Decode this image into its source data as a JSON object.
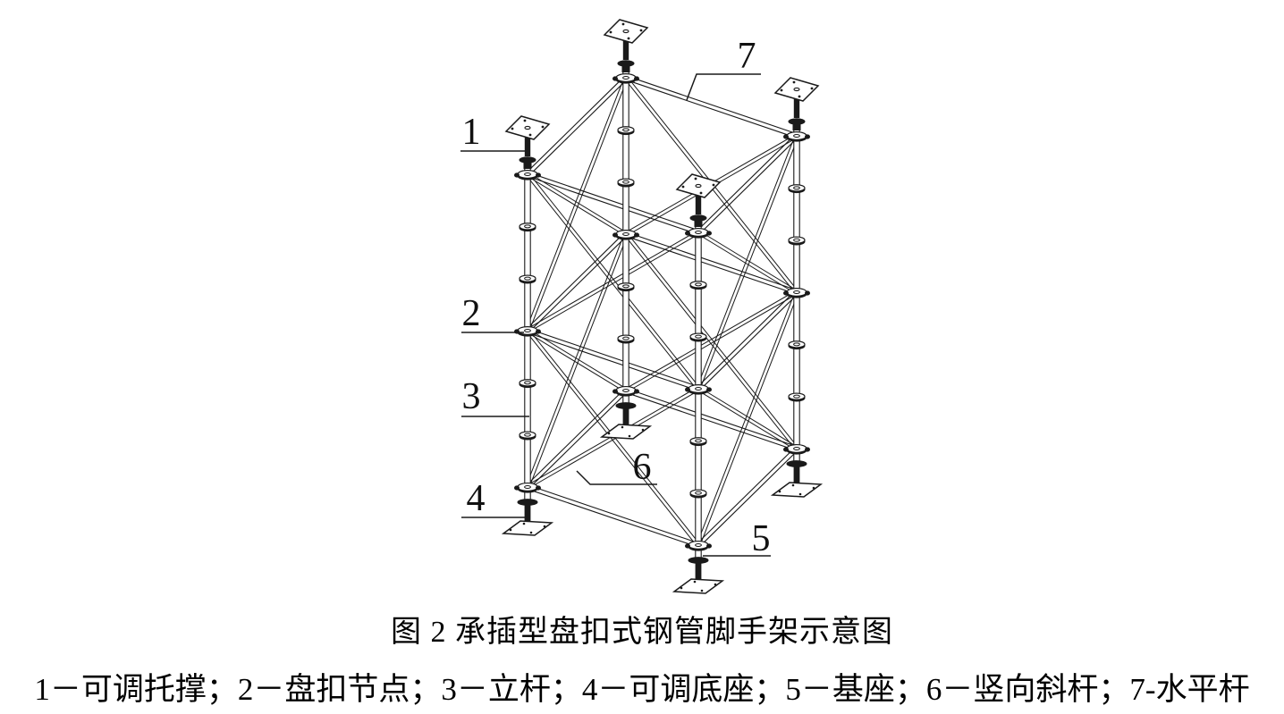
{
  "figure": {
    "caption": "图 2 承插型盘扣式钢管脚手架示意图",
    "legend": "1－可调托撑；2－盘扣节点；3－立杆；4－可调底座；5－基座；6－竖向斜杆；7-水平杆"
  },
  "callouts": [
    {
      "number": "1",
      "part": "可调托撑"
    },
    {
      "number": "2",
      "part": "盘扣节点"
    },
    {
      "number": "3",
      "part": "立杆"
    },
    {
      "number": "4",
      "part": "可调底座"
    },
    {
      "number": "5",
      "part": "基座"
    },
    {
      "number": "6",
      "part": "竖向斜杆"
    },
    {
      "number": "7",
      "part": "水平杆"
    }
  ],
  "colors": {
    "line": "#1a1a1a",
    "background": "#ffffff"
  }
}
